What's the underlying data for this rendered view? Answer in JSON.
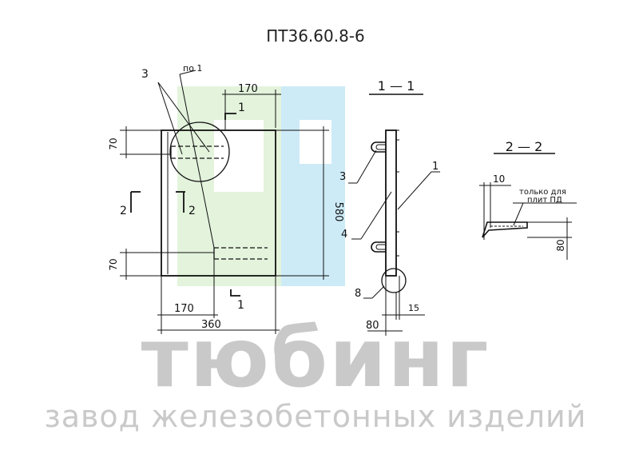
{
  "title": "ПТ36.60.8-6",
  "watermark": {
    "brand": "тюбинг",
    "tagline": "завод железобетонных изделий",
    "colors": {
      "green": "#e3f3dc",
      "blue": "#cdebf7",
      "gray": "#c9c9c9"
    }
  },
  "plan": {
    "dim_top": "170",
    "dim_bottom": "170",
    "dim_width": "360",
    "dim_height": "580",
    "dim_left_top": "70",
    "dim_left_bottom": "70",
    "callout_3": "3",
    "callout_po1": "по 1",
    "section_1_top": "1",
    "section_1_bottom": "1",
    "section_2_left": "2",
    "section_2_inner": "2"
  },
  "section_1_1": {
    "title": "1 — 1",
    "callout_1": "1",
    "callout_3": "3",
    "callout_4": "4",
    "callout_8": "8",
    "dim_80": "80",
    "dim_15": "15"
  },
  "section_2_2": {
    "title": "2 — 2",
    "dim_10": "10",
    "note_line1": "только для",
    "note_line2": "плит ПД",
    "dim_80": "80"
  }
}
